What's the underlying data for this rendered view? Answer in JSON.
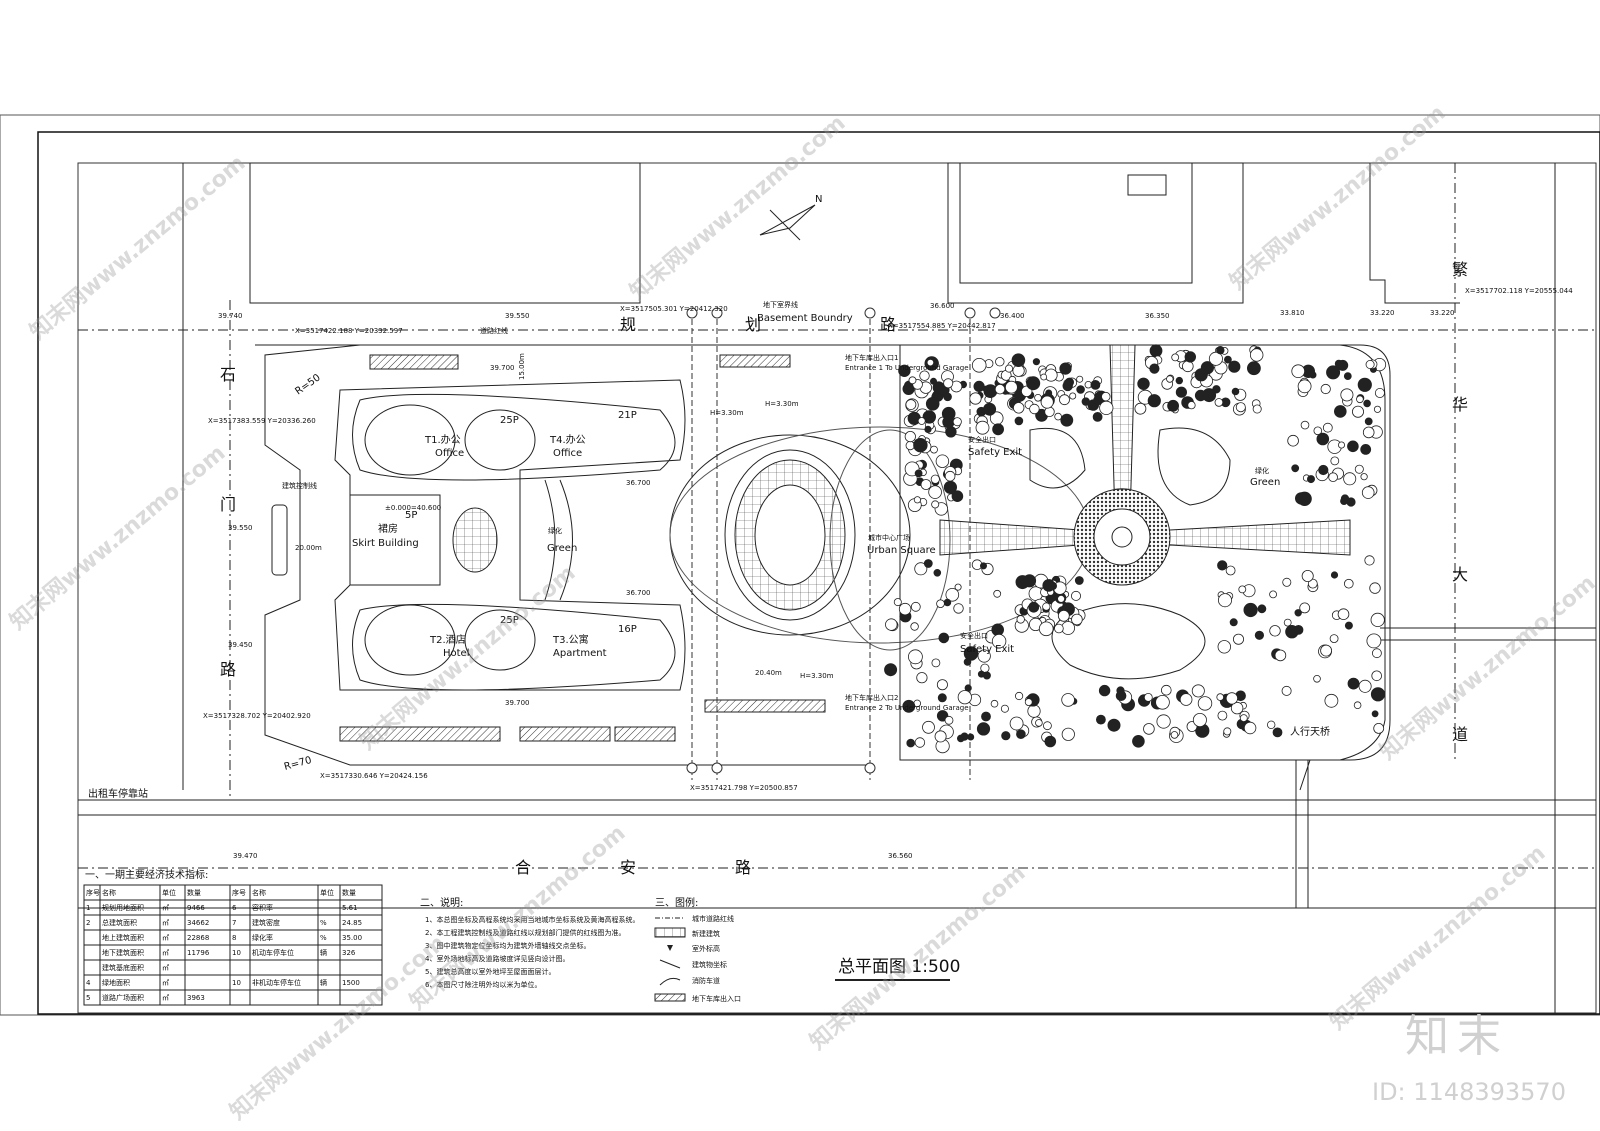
{
  "streets": {
    "north": [
      "规",
      "划",
      "路"
    ],
    "west": [
      "石",
      "门",
      "路"
    ],
    "east": [
      "繁",
      "华",
      "大",
      "道"
    ],
    "south": [
      "合",
      "安",
      "路"
    ]
  },
  "buildings": {
    "t1": {
      "cn": "T1.办公",
      "en": "Office"
    },
    "t4": {
      "cn": "T4.办公",
      "en": "Office"
    },
    "t2": {
      "cn": "T2.酒店",
      "en": "Hotel"
    },
    "t3": {
      "cn": "T3.公寓",
      "en": "Apartment"
    },
    "skirt": {
      "cn": "裙房",
      "en": "Skirt Building"
    },
    "floors_25p_top": "25P",
    "floors_21p": "21P",
    "floors_5p": "5P",
    "floors_25p_bottom": "25P",
    "floors_16p": "16P",
    "elev": "±0.000=40.600"
  },
  "zones": {
    "green_left": {
      "cn": "绿化",
      "en": "Green"
    },
    "green_right": {
      "cn": "绿化",
      "en": "Green"
    },
    "urban_square": {
      "cn": "城市中心广场",
      "en": "Urban Square"
    },
    "basement": {
      "cn": "地下室界线",
      "en": "Basement Boundry"
    },
    "garage1": {
      "cn": "地下车库出入口1",
      "en": "Entrance 1 To Underground Garage"
    },
    "garage2": {
      "cn": "地下车库出入口2",
      "en": "Entrance 2 To Underground Garage"
    },
    "exit_top": {
      "cn": "安全出口",
      "en": "Safety Exit"
    },
    "exit_bottom": {
      "cn": "安全出口",
      "en": "Safety Exit"
    },
    "taxi": "出租车停靠站",
    "footbridge": "人行天桥",
    "control_line": "建筑控制线",
    "red_line": "道路红线"
  },
  "coords": [
    "X=3517422.188 Y=20332.597",
    "X=3517383.559 Y=20336.260",
    "X=3517328.702 Y=20402.920",
    "X=3517330.646 Y=20424.156",
    "X=3517505.301 Y=20412.320",
    "X=3517554.885 Y=20442.817",
    "X=3517702.118 Y=20555.044",
    "X=3517421.798 Y=20500.857"
  ],
  "elevations": [
    "39.740",
    "39.550",
    "39.700",
    "36.600",
    "36.400",
    "36.350",
    "33.810",
    "33.220",
    "33.220",
    "39.470",
    "36.560",
    "39.550",
    "39.450",
    "39.700",
    "36.700",
    "36.700"
  ],
  "dims": [
    "20.00m",
    "15.00m",
    "H=3.30m",
    "H=3.30m",
    "20.40m",
    "H=3.30m",
    "R=50",
    "R=70"
  ],
  "table": {
    "title": "一、一期主要经济技术指标:",
    "headers": [
      "序号",
      "名称",
      "单位",
      "数量",
      "序号",
      "名称",
      "单位",
      "数量"
    ],
    "rows": [
      [
        "1",
        "规划用地面积",
        "㎡",
        "9466",
        "6",
        "容积率",
        "",
        "5.61"
      ],
      [
        "2",
        "总建筑面积",
        "㎡",
        "34662",
        "7",
        "建筑密度",
        "%",
        "24.85"
      ],
      [
        "",
        "地上建筑面积",
        "㎡",
        "22868",
        "8",
        "绿化率",
        "%",
        "35.00"
      ],
      [
        "",
        "地下建筑面积",
        "㎡",
        "11796",
        "10",
        "机动车停车位",
        "辆",
        "326"
      ],
      [
        "",
        "建筑基底面积",
        "㎡",
        "",
        "",
        "",
        "",
        ""
      ],
      [
        "4",
        "绿地面积",
        "㎡",
        "",
        "10",
        "非机动车停车位",
        "辆",
        "1500"
      ],
      [
        "5",
        "道路广场面积",
        "㎡",
        "3963",
        "",
        "",
        "",
        ""
      ]
    ]
  },
  "notes": {
    "title": "二、说明:",
    "lines": [
      "1、本总图坐标及高程系统均采用当地城市坐标系统及黄海高程系统。",
      "2、本工程建筑控制线及道路红线以规划部门提供的红线图为准。",
      "3、图中建筑物定位坐标均为建筑外墙轴线交点坐标。",
      "4、室外场地标高及道路坡度详见竖向设计图。",
      "5、建筑总高度以室外地坪至屋面面层计。",
      "6、本图尺寸除注明外均以米为单位。"
    ]
  },
  "legend": {
    "title": "三、图例:",
    "items": [
      "城市道路红线",
      "新建建筑",
      "室外标高",
      "建筑物坐标",
      "消防车道",
      "地下车库出入口"
    ]
  },
  "plan_title": "总平面图 1:500",
  "brand": {
    "logo": "知末",
    "id": "ID: 1148393570",
    "watermark": "知末网www.znzmo.com"
  }
}
